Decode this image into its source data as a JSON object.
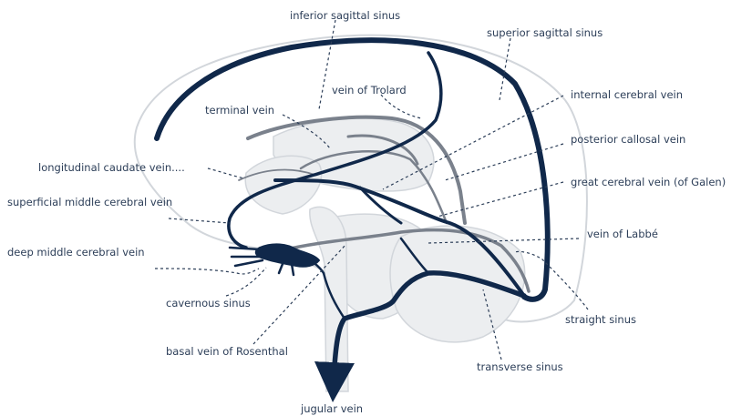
{
  "labels": {
    "inferior_sagittal_sinus": "inferior sagittal sinus",
    "superior_sagittal_sinus": "superior sagittal sinus",
    "vein_of_trolard": "vein of Trolard",
    "internal_cerebral_vein": "internal cerebral vein",
    "terminal_vein": "terminal vein",
    "posterior_callosal_vein": "posterior callosal vein",
    "longitudinal_caudate_vein": "longitudinal caudate vein....",
    "great_cerebral_vein": "great cerebral vein (of Galen)",
    "superficial_middle_cerebral_vein": "superficial middle cerebral vein",
    "vein_of_labbe": "vein of Labbé",
    "deep_middle_cerebral_vein": "deep middle cerebral vein",
    "cavernous_sinus": "cavernous sinus",
    "straight_sinus": "straight sinus",
    "basal_vein_of_rosenthal": "basal vein of Rosenthal",
    "transverse_sinus": "transverse sinus",
    "jugular_vein": "jugular vein"
  },
  "colors": {
    "vein_dark": "#10284a",
    "vein_grey": "#7a818c",
    "brain_fill": "#eceef0",
    "brain_outline": "#d2d6db",
    "leader": "#2c3e58",
    "label_text": "#2c3e58"
  }
}
